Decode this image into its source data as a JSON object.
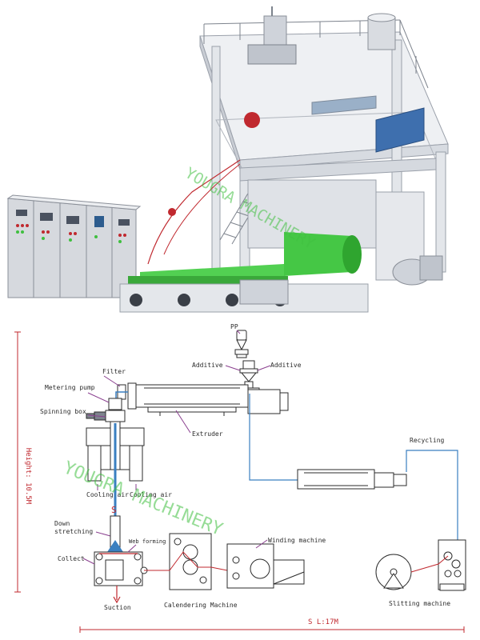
{
  "watermark": "YOUGRA MACHINERY",
  "dimensions": {
    "height": "Height: 10.5M",
    "length": "S   L:17M"
  },
  "labels": {
    "pp": "PP",
    "additive_left": "Additive",
    "additive_right": "Additive",
    "filter": "Filter",
    "metering_pump": "Metering pump",
    "spinning_box": "Spinning box",
    "extruder": "Extruder",
    "recycling": "Recycling",
    "cooling_air_left": "Cooling air",
    "cooling_air_right": "Cooling air",
    "down_stretching_1": "Down",
    "down_stretching_2": "stretching",
    "web_forming": "Web forming",
    "winding_machine": "Winding machine",
    "collect": "Collect",
    "suction": "Suction",
    "calendering_machine": "Calendering Machine",
    "slitting_machine": "Slitting machine"
  },
  "colors": {
    "line": "#2b2b2b",
    "pipe_blue": "#3a7fc0",
    "dim_red": "#c0292f",
    "purple": "#8a3f8f",
    "green": "#3fbf3f",
    "steel": "#e8eaee",
    "beam": "#cfd3da"
  }
}
